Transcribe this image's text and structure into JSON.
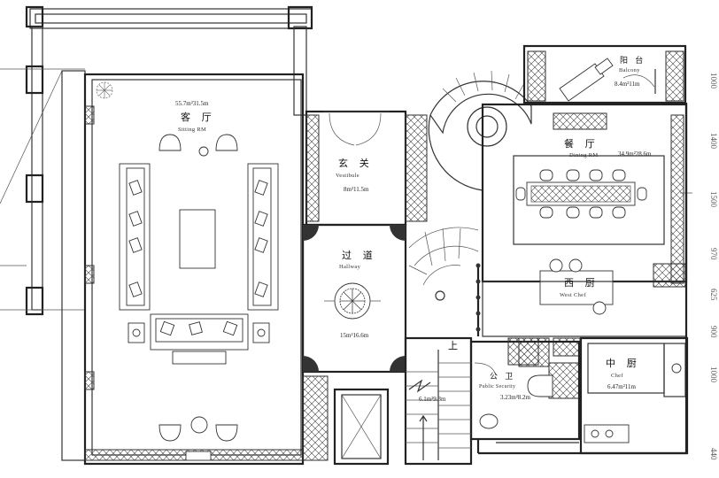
{
  "rooms": {
    "living": {
      "zh": "客 厅",
      "en": "Sitting RM",
      "area": "55.7m²31.5m"
    },
    "vestibule": {
      "zh": "玄 关",
      "en": "Vestibule",
      "area": "8m²11.5m"
    },
    "hallway": {
      "zh": "过 道",
      "en": "Hallway",
      "area": "15m²16.6m"
    },
    "dining": {
      "zh": "餐 厅",
      "en": "Dining RM",
      "area": "34.9m²28.6m"
    },
    "balcony": {
      "zh": "阳 台",
      "en": "Balcony",
      "area": "8.4m²11m"
    },
    "west_kitchen": {
      "zh": "西 厨",
      "en": "West Chef"
    },
    "chinese_kitchen": {
      "zh": "中 厨",
      "en": "Chef",
      "area": "6.47m²11m"
    },
    "public_toilet": {
      "zh": "公 卫",
      "en": "Public Security",
      "area": "3.23m²8.2m"
    },
    "stair": {
      "up": "上",
      "area": "6.1m²9.3m"
    }
  },
  "dimensions": [
    "1000",
    "1400",
    "1500",
    "970",
    "625",
    "900",
    "1000",
    "440"
  ]
}
